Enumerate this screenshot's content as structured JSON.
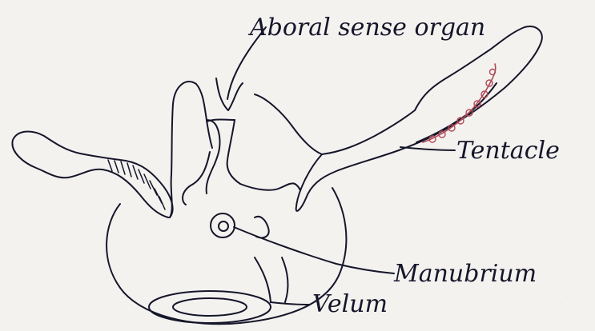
{
  "labels": {
    "aboral_sense_organ": "Aboral sense organ",
    "tentacle": "Tentacle",
    "manubrium": "Manubrium",
    "velum": "Velum"
  },
  "colors": {
    "ink": "#15162a",
    "paper": "#f4f2ef",
    "gonad": "#b04a58"
  }
}
